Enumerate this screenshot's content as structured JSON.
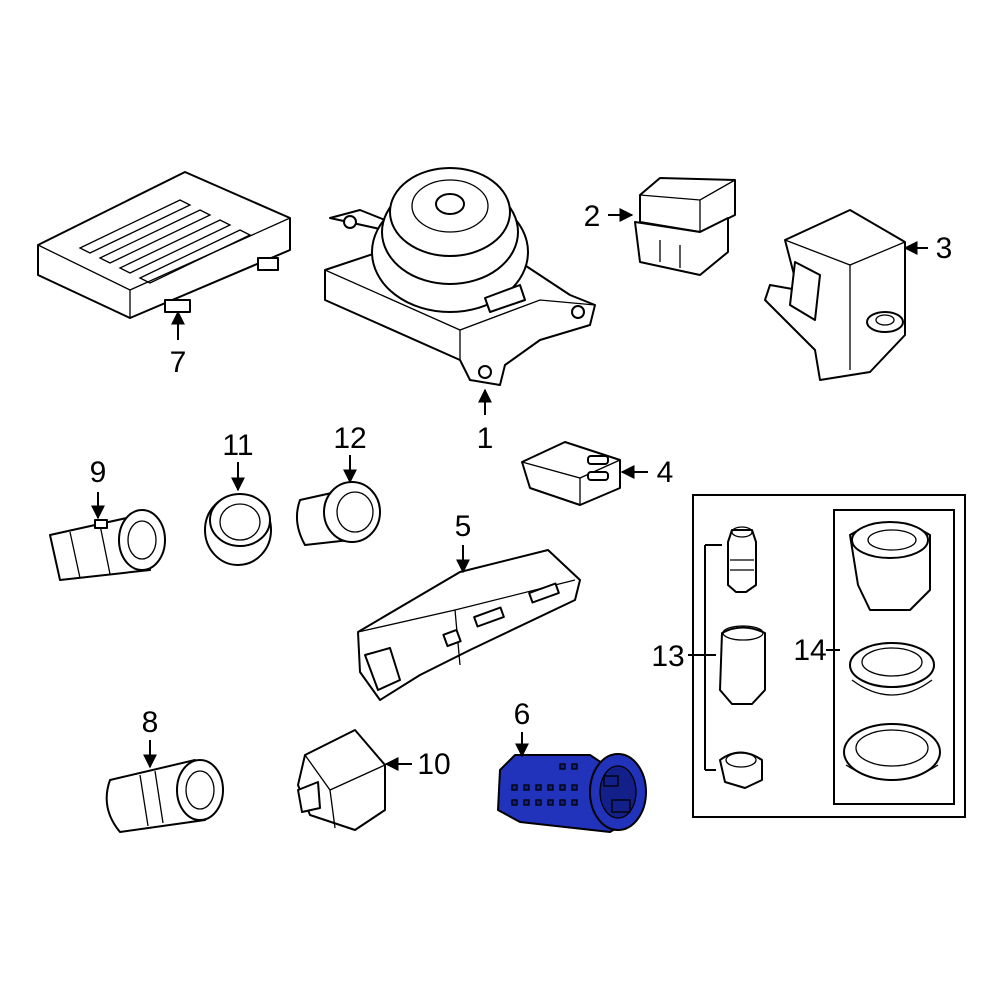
{
  "diagram": {
    "highlight_color": "#2233bb",
    "callouts": [
      {
        "id": "1",
        "label": "1"
      },
      {
        "id": "2",
        "label": "2"
      },
      {
        "id": "3",
        "label": "3"
      },
      {
        "id": "4",
        "label": "4"
      },
      {
        "id": "5",
        "label": "5"
      },
      {
        "id": "6",
        "label": "6"
      },
      {
        "id": "7",
        "label": "7"
      },
      {
        "id": "8",
        "label": "8"
      },
      {
        "id": "9",
        "label": "9"
      },
      {
        "id": "10",
        "label": "10"
      },
      {
        "id": "11",
        "label": "11"
      },
      {
        "id": "12",
        "label": "12"
      },
      {
        "id": "13",
        "label": "13"
      },
      {
        "id": "14",
        "label": "14"
      }
    ]
  }
}
